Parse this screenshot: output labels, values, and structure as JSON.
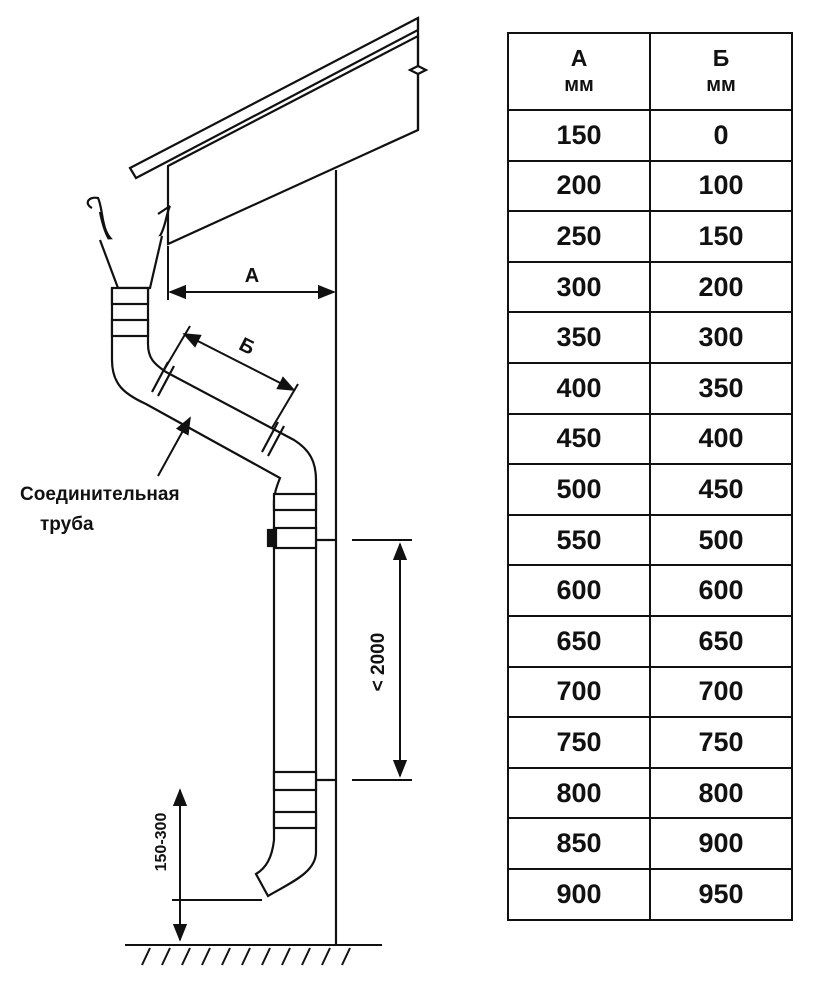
{
  "diagram": {
    "label_a": "А",
    "label_b": "Б",
    "label_connector_line1": "Соединительная",
    "label_connector_line2": "труба",
    "label_max_bracket_spacing": "< 2000",
    "label_bottom_clearance": "150-300"
  },
  "table": {
    "columns": [
      {
        "name": "А",
        "unit": "мм"
      },
      {
        "name": "Б",
        "unit": "мм"
      }
    ],
    "rows": [
      [
        "150",
        "0"
      ],
      [
        "200",
        "100"
      ],
      [
        "250",
        "150"
      ],
      [
        "300",
        "200"
      ],
      [
        "350",
        "300"
      ],
      [
        "400",
        "350"
      ],
      [
        "450",
        "400"
      ],
      [
        "500",
        "450"
      ],
      [
        "550",
        "500"
      ],
      [
        "600",
        "600"
      ],
      [
        "650",
        "650"
      ],
      [
        "700",
        "700"
      ],
      [
        "750",
        "750"
      ],
      [
        "800",
        "800"
      ],
      [
        "850",
        "900"
      ],
      [
        "900",
        "950"
      ]
    ]
  }
}
